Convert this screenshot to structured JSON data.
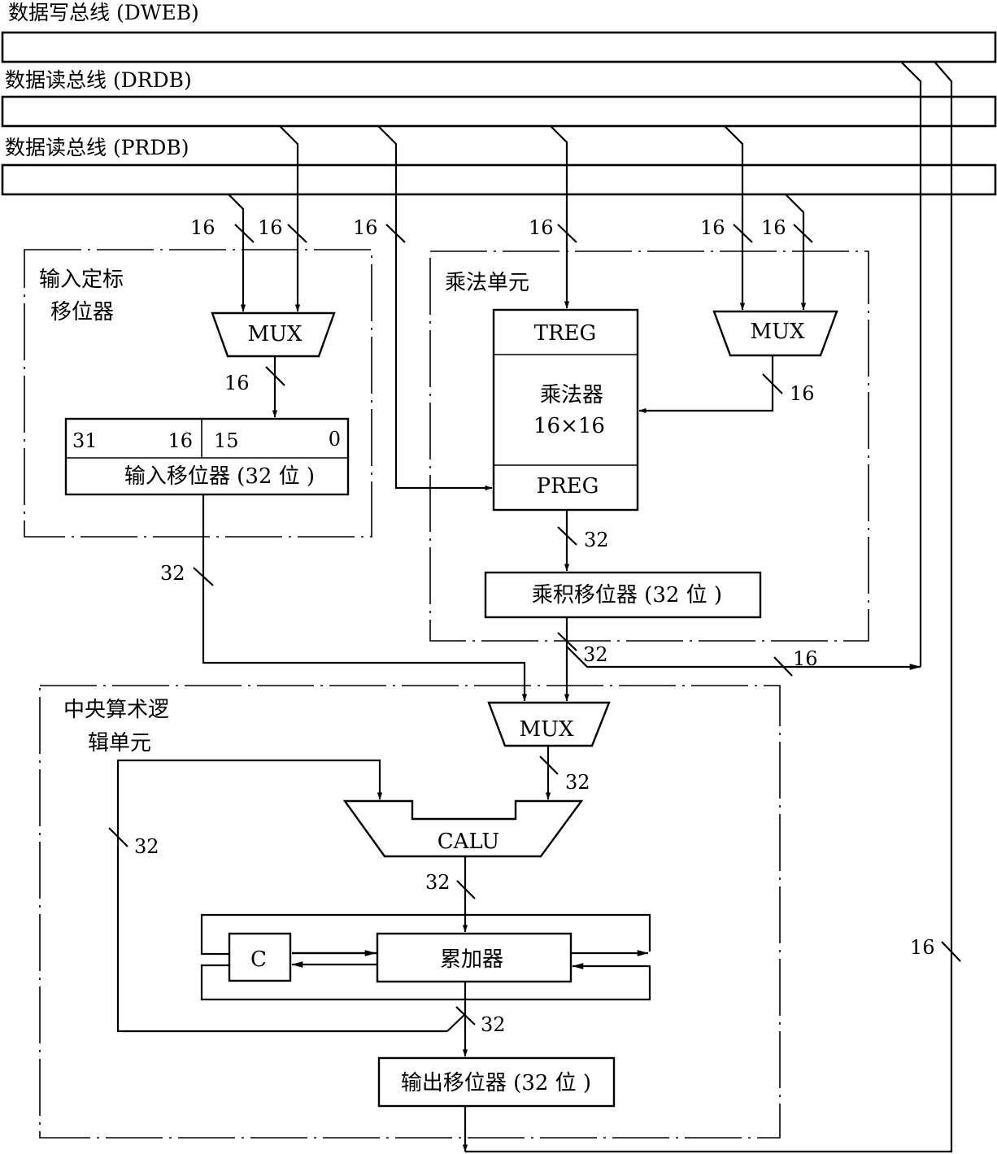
{
  "buses": {
    "dweb": "数据写总线 (DWEB)",
    "drdb": "数据读总线 (DRDB)",
    "prdb": "数据读总线 (PRDB)"
  },
  "input_scaler": {
    "title_line1": "输入定标",
    "title_line2": "移位器",
    "mux": "MUX",
    "bit31": "31",
    "bit16": "16",
    "bit15": "15",
    "bit0": "0",
    "register": "输入移位器 (32 位 )"
  },
  "multiplier_unit": {
    "title": "乘法单元",
    "treg": "TREG",
    "mult_line1": "乘法器",
    "mult_line2": "16×16",
    "preg": "PREG",
    "mux": "MUX",
    "product_shifter": "乘积移位器 (32 位 )"
  },
  "calu_unit": {
    "title_line1": "中央算术逻",
    "title_line2": "辑单元",
    "mux": "MUX",
    "calu": "CALU",
    "carry": "C",
    "accumulator": "累加器",
    "output_shifter": "输出移位器 (32 位 )"
  },
  "widths": {
    "w16": "16",
    "w32": "32"
  }
}
